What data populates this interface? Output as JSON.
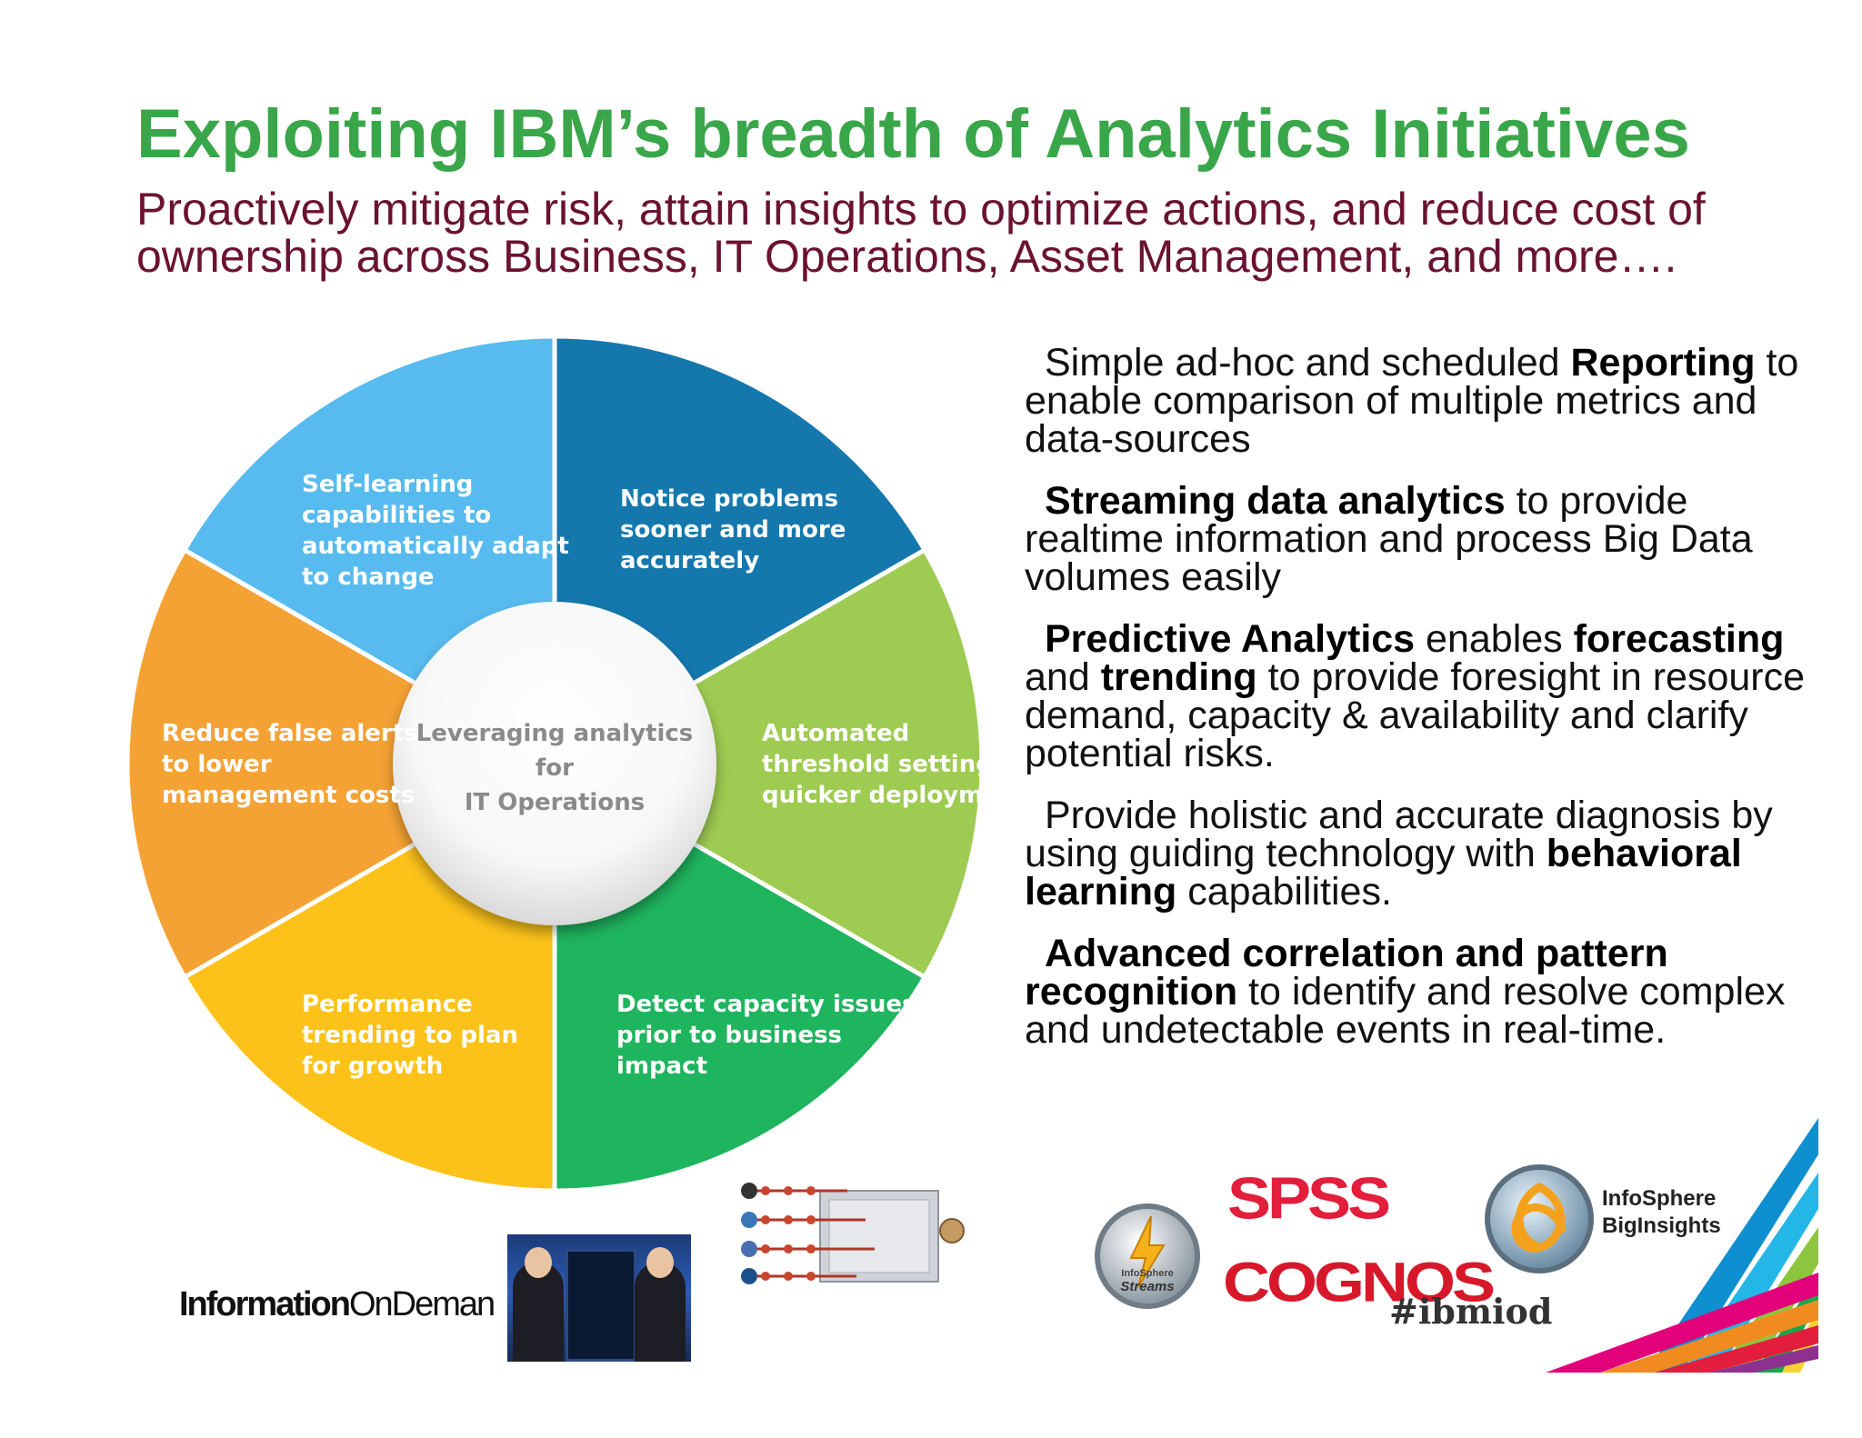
{
  "title": "Exploiting IBM’s breadth of Analytics Initiatives",
  "subtitle": "Proactively mitigate risk, attain insights to optimize actions, and reduce cost of ownership across Business, IT Operations, Asset Management, and more….",
  "wheel": {
    "center_label_lines": [
      "Leveraging analytics for",
      "IT Operations"
    ],
    "segments": [
      {
        "lines": [
          "Notice problems",
          "sooner and more",
          "accurately"
        ],
        "color": "#1478ad"
      },
      {
        "lines": [
          "Automated",
          "threshold setting for",
          "quicker deployment"
        ],
        "color": "#9ecb52"
      },
      {
        "lines": [
          "Detect capacity issues",
          "prior to business",
          "impact"
        ],
        "color": "#1fb45e"
      },
      {
        "lines": [
          "Performance",
          "trending to plan",
          "for growth"
        ],
        "color": "#fcc21a"
      },
      {
        "lines": [
          "Reduce false alerts",
          "to lower",
          "management costs"
        ],
        "color": "#f4a234"
      },
      {
        "lines": [
          "Self-learning",
          "capabilities to",
          "automatically adapt",
          "to change"
        ],
        "color": "#57bbef"
      }
    ]
  },
  "bullets": [
    [
      {
        "t": "Simple ad-hoc and scheduled "
      },
      {
        "t": "Reporting",
        "b": true
      },
      {
        "t": " to enable comparison of multiple metrics and data-sources"
      }
    ],
    [
      {
        "t": "Streaming data analytics",
        "b": true
      },
      {
        "t": " to provide realtime information and process Big Data volumes easily"
      }
    ],
    [
      {
        "t": "Predictive Analytics",
        "b": true
      },
      {
        "t": " enables "
      },
      {
        "t": "forecasting",
        "b": true
      },
      {
        "t": " and "
      },
      {
        "t": "trending",
        "b": true
      },
      {
        "t": " to provide foresight in resource demand, capacity & availability and clarify potential risks."
      }
    ],
    [
      {
        "t": "Provide holistic and accurate diagnosis by using guiding technology with "
      },
      {
        "t": "behavioral learning",
        "b": true
      },
      {
        "t": " capabilities."
      }
    ],
    [
      {
        "t": "Advanced correlation and pattern recognition",
        "b": true
      },
      {
        "t": " to identify and resolve complex and undetectable events in real-time."
      }
    ]
  ],
  "logos": {
    "iod_bold": "Information",
    "iod_light": "OnDeman",
    "spss": "SPSS",
    "cognos": "COGNOS",
    "hashtag": "#ibmiod",
    "streams_top": "InfoSphere",
    "streams_bottom": "Streams",
    "biginsights_line1": "InfoSphere",
    "biginsights_line2": "BigInsights"
  },
  "colors": {
    "title": "#3aa64a",
    "subtitle": "#6b1231"
  }
}
